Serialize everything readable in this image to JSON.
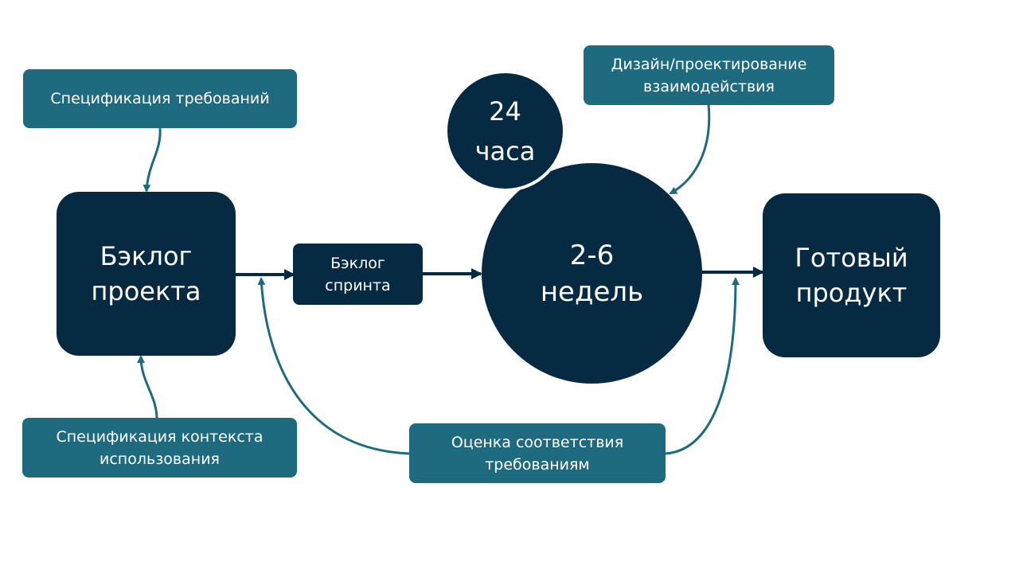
{
  "nodes": {
    "spec_requirements": "Спецификация требований",
    "spec_context": "Спецификация контекста\nиспользования",
    "project_backlog": "Бэклог\nпроекта",
    "sprint_backlog": "Бэклог\nспринта",
    "day_cycle": "24\nчаса",
    "sprint_cycle": "2-6\nнедель",
    "ready_product": "Готовый\nпродукт",
    "interaction_design": "Дизайн/проектирование\nвзаимодействия",
    "requirements_evaluation": "Оценка соответствия\nтребованиям"
  },
  "colors": {
    "teal": "#1e6b7f",
    "navy": "#072a43",
    "connector": "#1e6b7f",
    "flow_arrow": "#072a43"
  }
}
